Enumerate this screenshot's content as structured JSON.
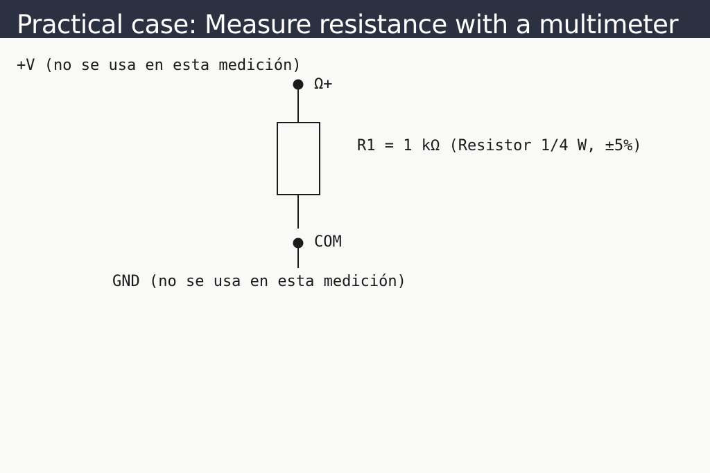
{
  "header": {
    "title": "Practical case: Measure resistance with a multimeter"
  },
  "diagram": {
    "top_rail_label": "+V (no se usa en esta medición)",
    "probe_positive_label": "Ω+",
    "resistor_label": "R1 = 1 kΩ (Resistor 1/4 W, ±5%)",
    "probe_common_label": "COM",
    "bottom_rail_label": "GND (no se usa en esta medición)"
  }
}
